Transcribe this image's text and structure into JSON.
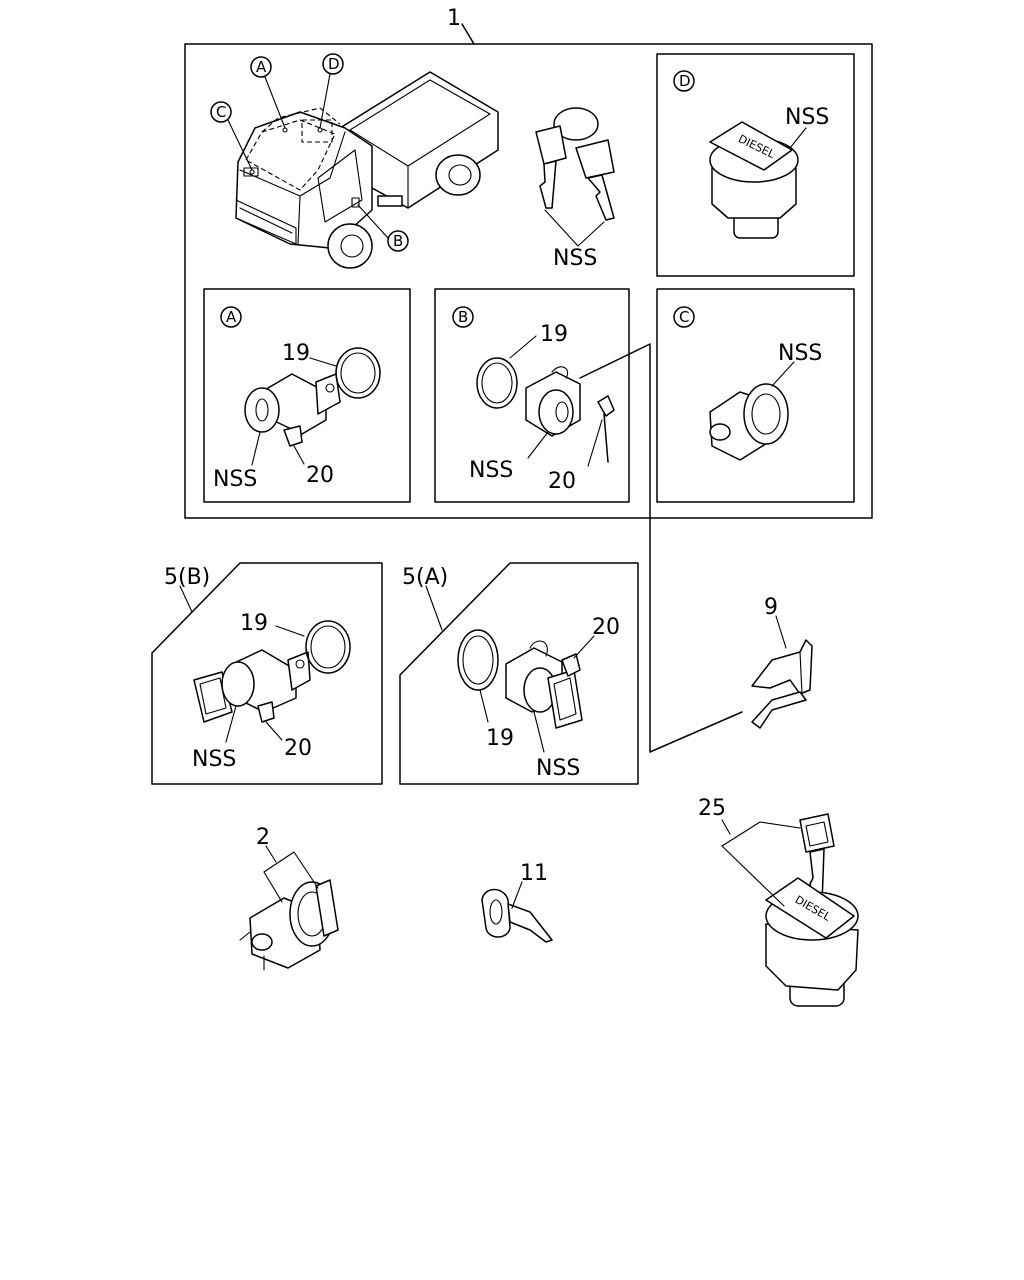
{
  "labels": {
    "assembly": "1",
    "nss": "NSS",
    "ring": "19",
    "clip": "20",
    "lever": "9",
    "cylinder_only": "2",
    "key_blank": "11",
    "fuel_cap_kit": "25",
    "door_lock_b": "5(B)",
    "door_lock_a": "5(A)"
  },
  "callouts": {
    "a": "A",
    "b": "B",
    "c": "C",
    "d": "D"
  },
  "cap_text": "DIESEL"
}
